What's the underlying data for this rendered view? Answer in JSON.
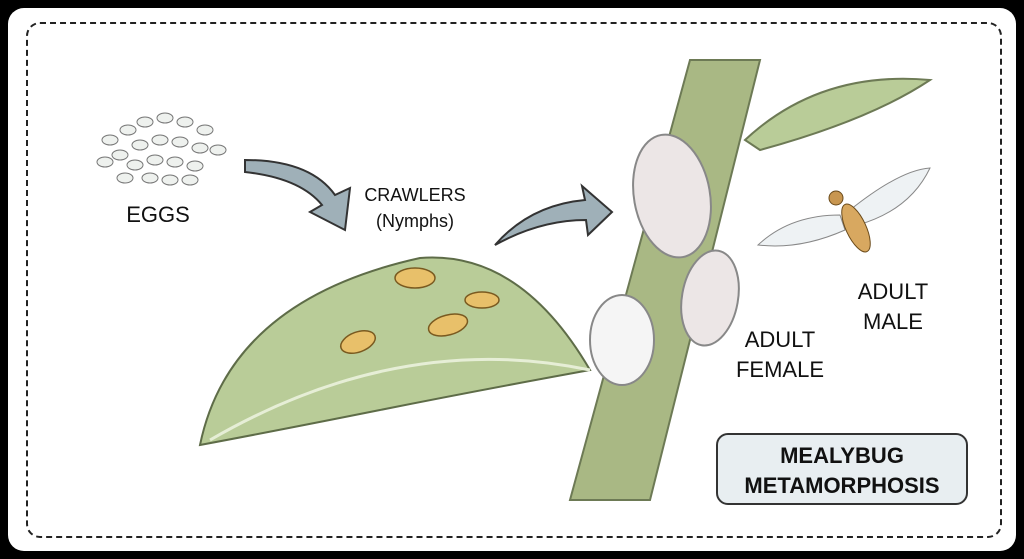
{
  "labels": {
    "eggs": "EGGS",
    "crawlers": "CRAWLERS",
    "crawlers_sub": "(Nymphs)",
    "adult_female_1": "ADULT",
    "adult_female_2": "FEMALE",
    "adult_male_1": "ADULT",
    "adult_male_2": "MALE"
  },
  "title": {
    "line1": "MEALYBUG",
    "line2": "METAMORPHOSIS"
  },
  "colors": {
    "leaf": "#b9cc98",
    "stem": "#a9b884",
    "arrow": "#9fb0b8",
    "title_bg": "#e8eef1",
    "nymph": "#e8c06a"
  }
}
